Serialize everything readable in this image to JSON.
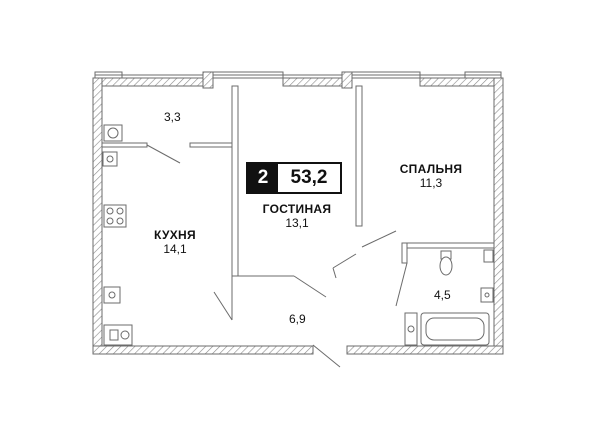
{
  "apartment": {
    "rooms": "2",
    "total_area": "53,2"
  },
  "rooms": {
    "kitchen": {
      "name": "КУХНЯ",
      "area": "14,1"
    },
    "living": {
      "name": "ГОСТИНАЯ",
      "area": "13,1"
    },
    "bedroom": {
      "name": "СПАЛЬНЯ",
      "area": "11,3"
    },
    "storage": {
      "area": "3,3"
    },
    "hall": {
      "area": "6,9"
    },
    "bathroom": {
      "area": "4,5"
    }
  },
  "colors": {
    "wall_hatch": "#8a8a8a",
    "wall_fill": "#ffffff",
    "line": "#6b6b6b",
    "text": "#111111",
    "badge_bg": "#111111"
  }
}
